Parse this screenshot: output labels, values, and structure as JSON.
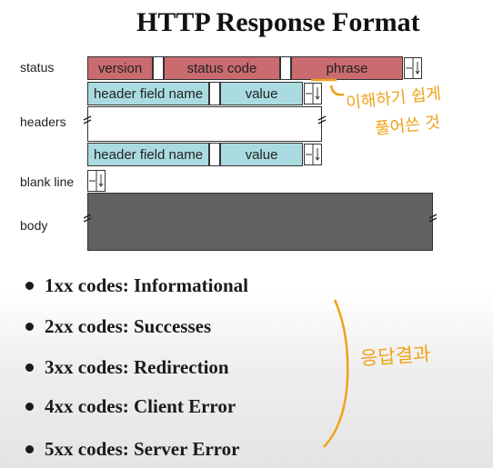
{
  "title": "HTTP Response Format",
  "labels": {
    "status": "status",
    "headers": "headers",
    "blank_line": "blank line",
    "body": "body"
  },
  "status_line": {
    "version": "version",
    "status_code": "status code",
    "phrase": "phrase"
  },
  "header_fields": [
    {
      "name": "header field name",
      "value": "value"
    },
    {
      "name": "header field name",
      "value": "value"
    }
  ],
  "codes": [
    "1xx codes: Informational",
    "2xx codes: Successes",
    "3xx codes: Redirection",
    "4xx codes: Client Error",
    "5xx codes: Server Error"
  ],
  "annotations": {
    "note1_line1": "이해하기 쉽게",
    "note1_line2": "풀어쓴 것",
    "note2": "응답결과",
    "color": "#f0a218"
  },
  "colors": {
    "red": "#c96b6f",
    "cyan": "#a9dbe0",
    "body": "#616161"
  }
}
